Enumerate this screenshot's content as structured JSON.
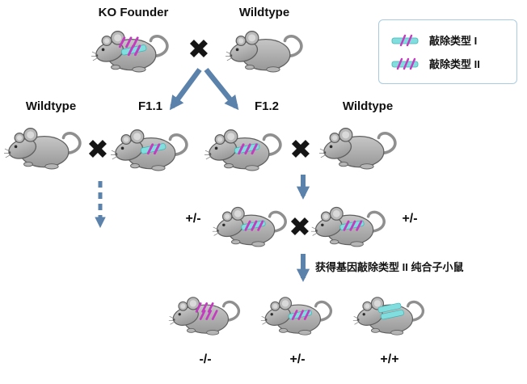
{
  "symbols": {
    "cross": "✖"
  },
  "labels": {
    "ko_founder": "KO Founder",
    "wildtype_top": "Wildtype",
    "wildtype_left": "Wildtype",
    "f1_1": "F1.1",
    "f1_2": "F1.2",
    "wildtype_right": "Wildtype",
    "het_left": "+/-",
    "het_right": "+/-",
    "caption": "获得基因敲除类型 II 纯合子小鼠",
    "geno_minus_minus": "-/-",
    "geno_plus_minus": "+/-",
    "geno_plus_plus": "+/+"
  },
  "legend": {
    "items": [
      {
        "icon": "knockout-type-1-allele-icon",
        "label": "敲除类型 I"
      },
      {
        "icon": "knockout-type-2-allele-icon",
        "label": "敲除类型 II"
      }
    ]
  },
  "mice": [
    {
      "name": "ko-founder-mouse",
      "marks": [
        "cyan-band",
        "type-1-slashes",
        "type-2-slashes"
      ]
    },
    {
      "name": "wildtype-top-mouse",
      "marks": []
    },
    {
      "name": "wildtype-left-mouse",
      "marks": []
    },
    {
      "name": "f1-1-mouse",
      "marks": [
        "cyan-band",
        "type-1-slashes"
      ]
    },
    {
      "name": "f1-2-mouse",
      "marks": [
        "cyan-band",
        "type-2-slashes"
      ]
    },
    {
      "name": "wildtype-right-mouse",
      "marks": []
    },
    {
      "name": "het-left-mouse",
      "marks": [
        "cyan-band",
        "type-2-slashes"
      ]
    },
    {
      "name": "het-right-mouse",
      "marks": [
        "cyan-band",
        "type-2-slashes"
      ]
    },
    {
      "name": "homozygous-ko-mouse",
      "marks": [
        "type-2-slashes",
        "type-2-slashes"
      ]
    },
    {
      "name": "het-bottom-mouse",
      "marks": [
        "cyan-band",
        "type-2-slashes"
      ]
    },
    {
      "name": "homozygous-wt-mouse",
      "marks": [
        "cyan-band",
        "cyan-band"
      ]
    }
  ],
  "colors": {
    "arrow": "#5b82ab",
    "allele_band": "#82dede",
    "allele_mark": "#c43bc0",
    "legend_border": "#a9cbe2",
    "mouse_body": "#b0b0b0"
  }
}
